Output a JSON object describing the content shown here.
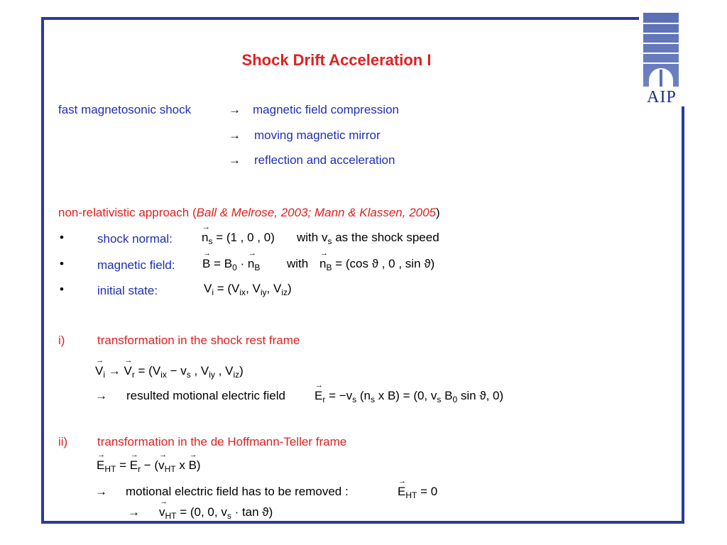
{
  "title": "Shock Drift Acceleration I",
  "logo": {
    "text": "AIP"
  },
  "intro": {
    "label": "fast magnetosonic shock",
    "arrow": "→",
    "items": [
      "magnetic field compression",
      "moving magnetic mirror",
      "reflection and acceleration"
    ]
  },
  "approach": {
    "label": "non-relativistic approach (",
    "citation": "Ball & Melrose, 2003; Mann & Klassen, 2005",
    "close": ")"
  },
  "bullets": {
    "symbol": "•",
    "shock_normal": {
      "label": "shock normal:",
      "eq_lhs": "n",
      "eq_lhs_sub": "s",
      "eq_rhs": " = (1 , 0 , 0)",
      "note_pre": "with v",
      "note_sub": "s",
      "note_post": " as the shock speed"
    },
    "magnetic_field": {
      "label": "magnetic field:",
      "b": "B",
      "eq_mid": " = B",
      "b0_sub": "0",
      "dot": " · ",
      "n": "n",
      "n_sub": "B",
      "with": "with",
      "n2": "n",
      "n2_sub": "B",
      "rhs": " = (cos ϑ , 0 , sin ϑ)"
    },
    "initial_state": {
      "label": "initial state:",
      "v": "V",
      "v_sub": "i",
      "eq": " = (V",
      "x_sub": "ix",
      "c1": ", V",
      "y_sub": "iy",
      "c2": ", V",
      "z_sub": "iz",
      "close": ")"
    }
  },
  "section_i": {
    "number": "i)",
    "heading": "transformation in the shock rest frame",
    "eq": {
      "v": "V",
      "v_sub": "i",
      "arrow": " → ",
      "vr": "V",
      "vr_sub": "r",
      "rhs1": " = (V",
      "ix": "ix",
      "rhs2": " − v",
      "s": "s",
      "rhs3": " , V",
      "iy": "iy",
      "rhs4": " , V",
      "iz": "iz",
      "rhs5": ")"
    },
    "result": {
      "arrow": "→",
      "text": "resulted motional electric field",
      "e": "E",
      "e_sub": "r",
      "p1": " = −v",
      "s1": "s",
      "p2": " (n",
      "s2": "s",
      "p3": "  x  B) = (0, v",
      "s3": "s",
      "p4": " B",
      "z0": "0",
      "p5": " sin ϑ, 0)"
    }
  },
  "section_ii": {
    "number": "ii)",
    "heading": "transformation in the de Hoffmann-Teller frame",
    "eq": {
      "e": "E",
      "e_sub": "HT",
      "p1": " = ",
      "er": "E",
      "er_sub": "r",
      "p2": " − (",
      "v": "v",
      "v_sub": "HT",
      "p3": "  x  ",
      "b": "B",
      "p4": ")"
    },
    "result1": {
      "arrow": "→",
      "text": "motional electric field has to be removed :",
      "e": "E",
      "e_sub": "HT",
      "rhs": " = 0"
    },
    "result2": {
      "arrow": "→",
      "v": "v",
      "v_sub": "HT",
      "rhs1": " = (0, 0, v",
      "s": "s",
      "rhs2": " · tan ϑ)"
    }
  }
}
